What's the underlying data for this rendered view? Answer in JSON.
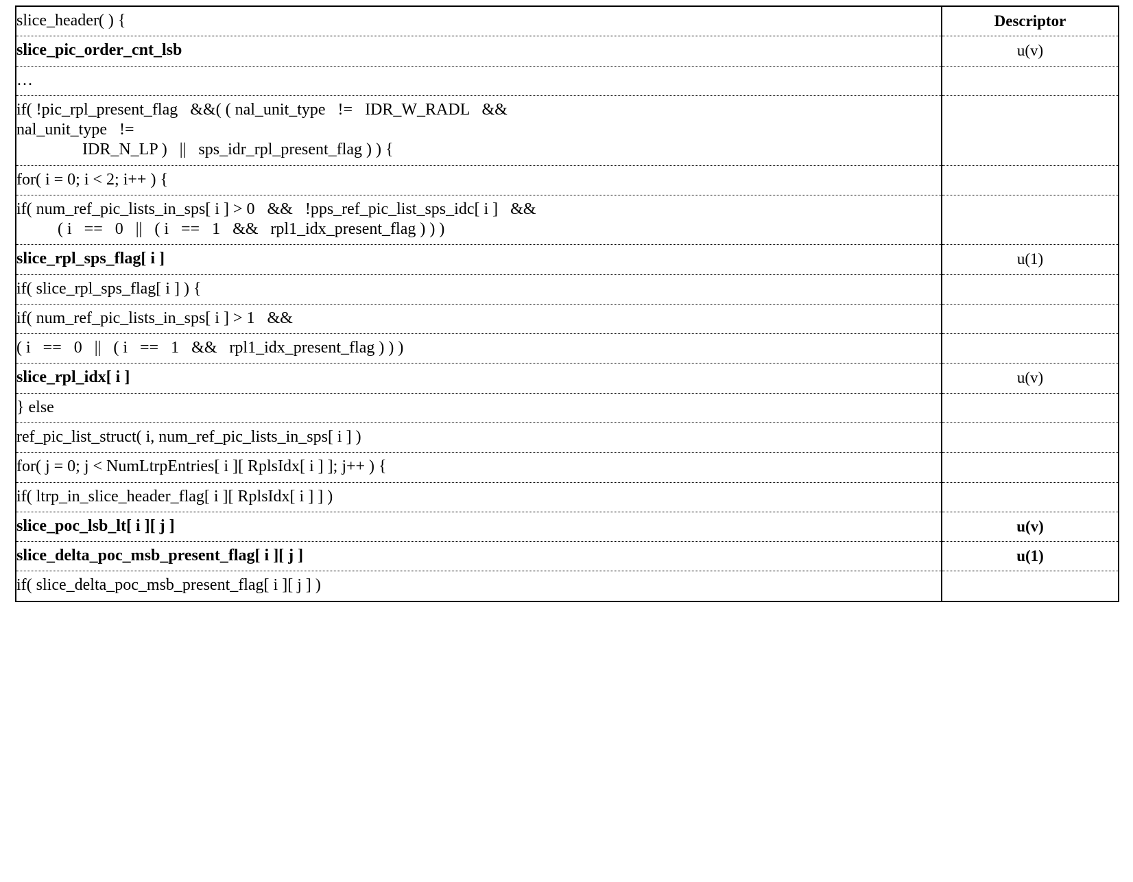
{
  "table": {
    "columns": {
      "syntax_header": "slice_header( ) {",
      "descriptor_header": "Descriptor"
    },
    "rows": [
      {
        "id": "slice_pic_order_cnt_lsb",
        "indent": 2,
        "bold": true,
        "text": "slice_pic_order_cnt_lsb",
        "descriptor": "u(v)",
        "descriptor_bold": false,
        "border_bottom": "dotted"
      },
      {
        "id": "ellipsis",
        "indent": 0,
        "bold": false,
        "text": "…",
        "descriptor": "",
        "descriptor_bold": false,
        "border_bottom": "dotted"
      },
      {
        "id": "if-pic-rpl-present-flag",
        "indent": 1,
        "bold": false,
        "text": "if( !pic_rpl_present_flag   &&( ( nal_unit_type   !=   IDR_W_RADL   &&\nnal_unit_type   !=\n                IDR_N_LP )   ||   sps_idr_rpl_present_flag ) ) {",
        "descriptor": "",
        "descriptor_bold": false,
        "border_bottom": "solid"
      },
      {
        "id": "for-i-loop",
        "indent": 2,
        "bold": false,
        "text": "for( i = 0; i < 2; i++ ) {",
        "descriptor": "",
        "descriptor_bold": false,
        "border_bottom": "dotted"
      },
      {
        "id": "if-num-ref-pic-lists-gt-0",
        "indent": 3,
        "bold": false,
        "text": "if( num_ref_pic_lists_in_sps[ i ] > 0   &&   !pps_ref_pic_list_sps_idc[ i ]   &&\n          ( i   ==   0   ||   ( i   ==   1   &&   rpl1_idx_present_flag ) ) )",
        "descriptor": "",
        "descriptor_bold": false,
        "border_bottom": "dotted"
      },
      {
        "id": "slice_rpl_sps_flag",
        "indent": 4,
        "bold": true,
        "text": "slice_rpl_sps_flag[ i ]",
        "descriptor": "u(1)",
        "descriptor_bold": false,
        "border_bottom": "dotted"
      },
      {
        "id": "if-slice-rpl-sps-flag",
        "indent": 3,
        "bold": false,
        "text": "if( slice_rpl_sps_flag[ i ] ) {",
        "descriptor": "",
        "descriptor_bold": false,
        "border_bottom": "dotted"
      },
      {
        "id": "if-num-ref-pic-lists-gt-1",
        "indent": 4,
        "bold": false,
        "text": "if( num_ref_pic_lists_in_sps[ i ] > 1   &&",
        "descriptor": "",
        "descriptor_bold": false,
        "border_bottom": "solid"
      },
      {
        "id": "cond-continuation",
        "indent": 6,
        "bold": false,
        "text": "( i   ==   0   ||   ( i   ==   1   &&   rpl1_idx_present_flag ) ) )",
        "descriptor": "",
        "descriptor_bold": false,
        "border_bottom": "dotted"
      },
      {
        "id": "slice_rpl_idx",
        "indent": 5,
        "bold": true,
        "text": "slice_rpl_idx[ i ]",
        "descriptor": "u(v)",
        "descriptor_bold": false,
        "border_bottom": "dotted"
      },
      {
        "id": "else",
        "indent": 2,
        "bold": false,
        "text": "} else",
        "descriptor": "",
        "descriptor_bold": false,
        "border_bottom": "solid"
      },
      {
        "id": "ref_pic_list_struct",
        "indent": 4,
        "bold": false,
        "text": "ref_pic_list_struct( i, num_ref_pic_lists_in_sps[ i ] )",
        "descriptor": "",
        "descriptor_bold": false,
        "border_bottom": "dotted"
      },
      {
        "id": "for-j-loop",
        "indent": 3,
        "bold": false,
        "text": "for( j = 0; j < NumLtrpEntries[ i ][ RplsIdx[ i ] ]; j++ ) {",
        "descriptor": "",
        "descriptor_bold": false,
        "border_bottom": "dotted"
      },
      {
        "id": "if-ltrp-in-slice-header-flag",
        "indent": 4,
        "bold": false,
        "text": "if( ltrp_in_slice_header_flag[ i ][ RplsIdx[ i ] ] )",
        "descriptor": "",
        "descriptor_bold": false,
        "border_bottom": "solid"
      },
      {
        "id": "slice_poc_lsb_lt",
        "indent": 5,
        "bold": true,
        "text": "slice_poc_lsb_lt[ i ][ j ]",
        "descriptor": "u(v)",
        "descriptor_bold": true,
        "border_bottom": "dotted"
      },
      {
        "id": "slice_delta_poc_msb_present_flag",
        "indent": 4,
        "bold": true,
        "text": "slice_delta_poc_msb_present_flag[ i ][ j ]",
        "descriptor": "u(1)",
        "descriptor_bold": true,
        "border_bottom": "dotted"
      },
      {
        "id": "if-slice-delta-poc-msb-present-flag",
        "indent": 4,
        "bold": false,
        "text": "if( slice_delta_poc_msb_present_flag[ i ][ j ] )",
        "descriptor": "",
        "descriptor_bold": false,
        "border_bottom": "none"
      }
    ]
  }
}
